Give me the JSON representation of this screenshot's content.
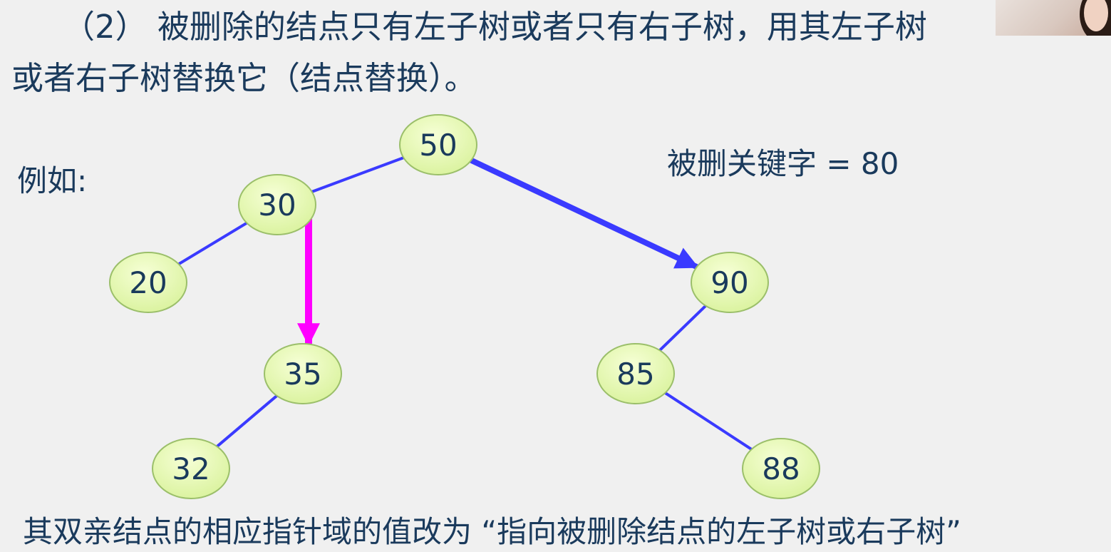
{
  "heading": {
    "line1": "（2） 被删除的结点只有左子树或者只有右子树，用其左子树",
    "line2": "或者右子树替换它（结点替换）。"
  },
  "example_label": "例如:",
  "deleted_key_label": "被删关键字 =  80",
  "footer_note": "其双亲结点的相应指针域的值改为 “指向被删除结点的左子树或右子树”",
  "tree": {
    "nodes": [
      {
        "id": "n50",
        "label": "50"
      },
      {
        "id": "n30",
        "label": "30"
      },
      {
        "id": "n20",
        "label": "20"
      },
      {
        "id": "n35",
        "label": "35"
      },
      {
        "id": "n32",
        "label": "32"
      },
      {
        "id": "n90",
        "label": "90"
      },
      {
        "id": "n85",
        "label": "85"
      },
      {
        "id": "n88",
        "label": "88"
      }
    ],
    "edges": [
      {
        "from": "n50",
        "to": "n30",
        "kind": "tree"
      },
      {
        "from": "n30",
        "to": "n20",
        "kind": "tree"
      },
      {
        "from": "n35",
        "to": "n32",
        "kind": "tree"
      },
      {
        "from": "n90",
        "to": "n85",
        "kind": "tree"
      },
      {
        "from": "n85",
        "to": "n88",
        "kind": "tree"
      },
      {
        "from": "n50",
        "to": "n90",
        "kind": "replacement-pointer"
      },
      {
        "from": "n30",
        "to": "n35",
        "kind": "replacement-pointer"
      }
    ]
  },
  "colors": {
    "background": "#f0f0f0",
    "text": "#1a3a5c",
    "node_fill": "#e4f7b0",
    "node_stroke": "#9bbf6a",
    "edge": "#3a3aff",
    "highlight_arrow": "#ff00ff"
  }
}
